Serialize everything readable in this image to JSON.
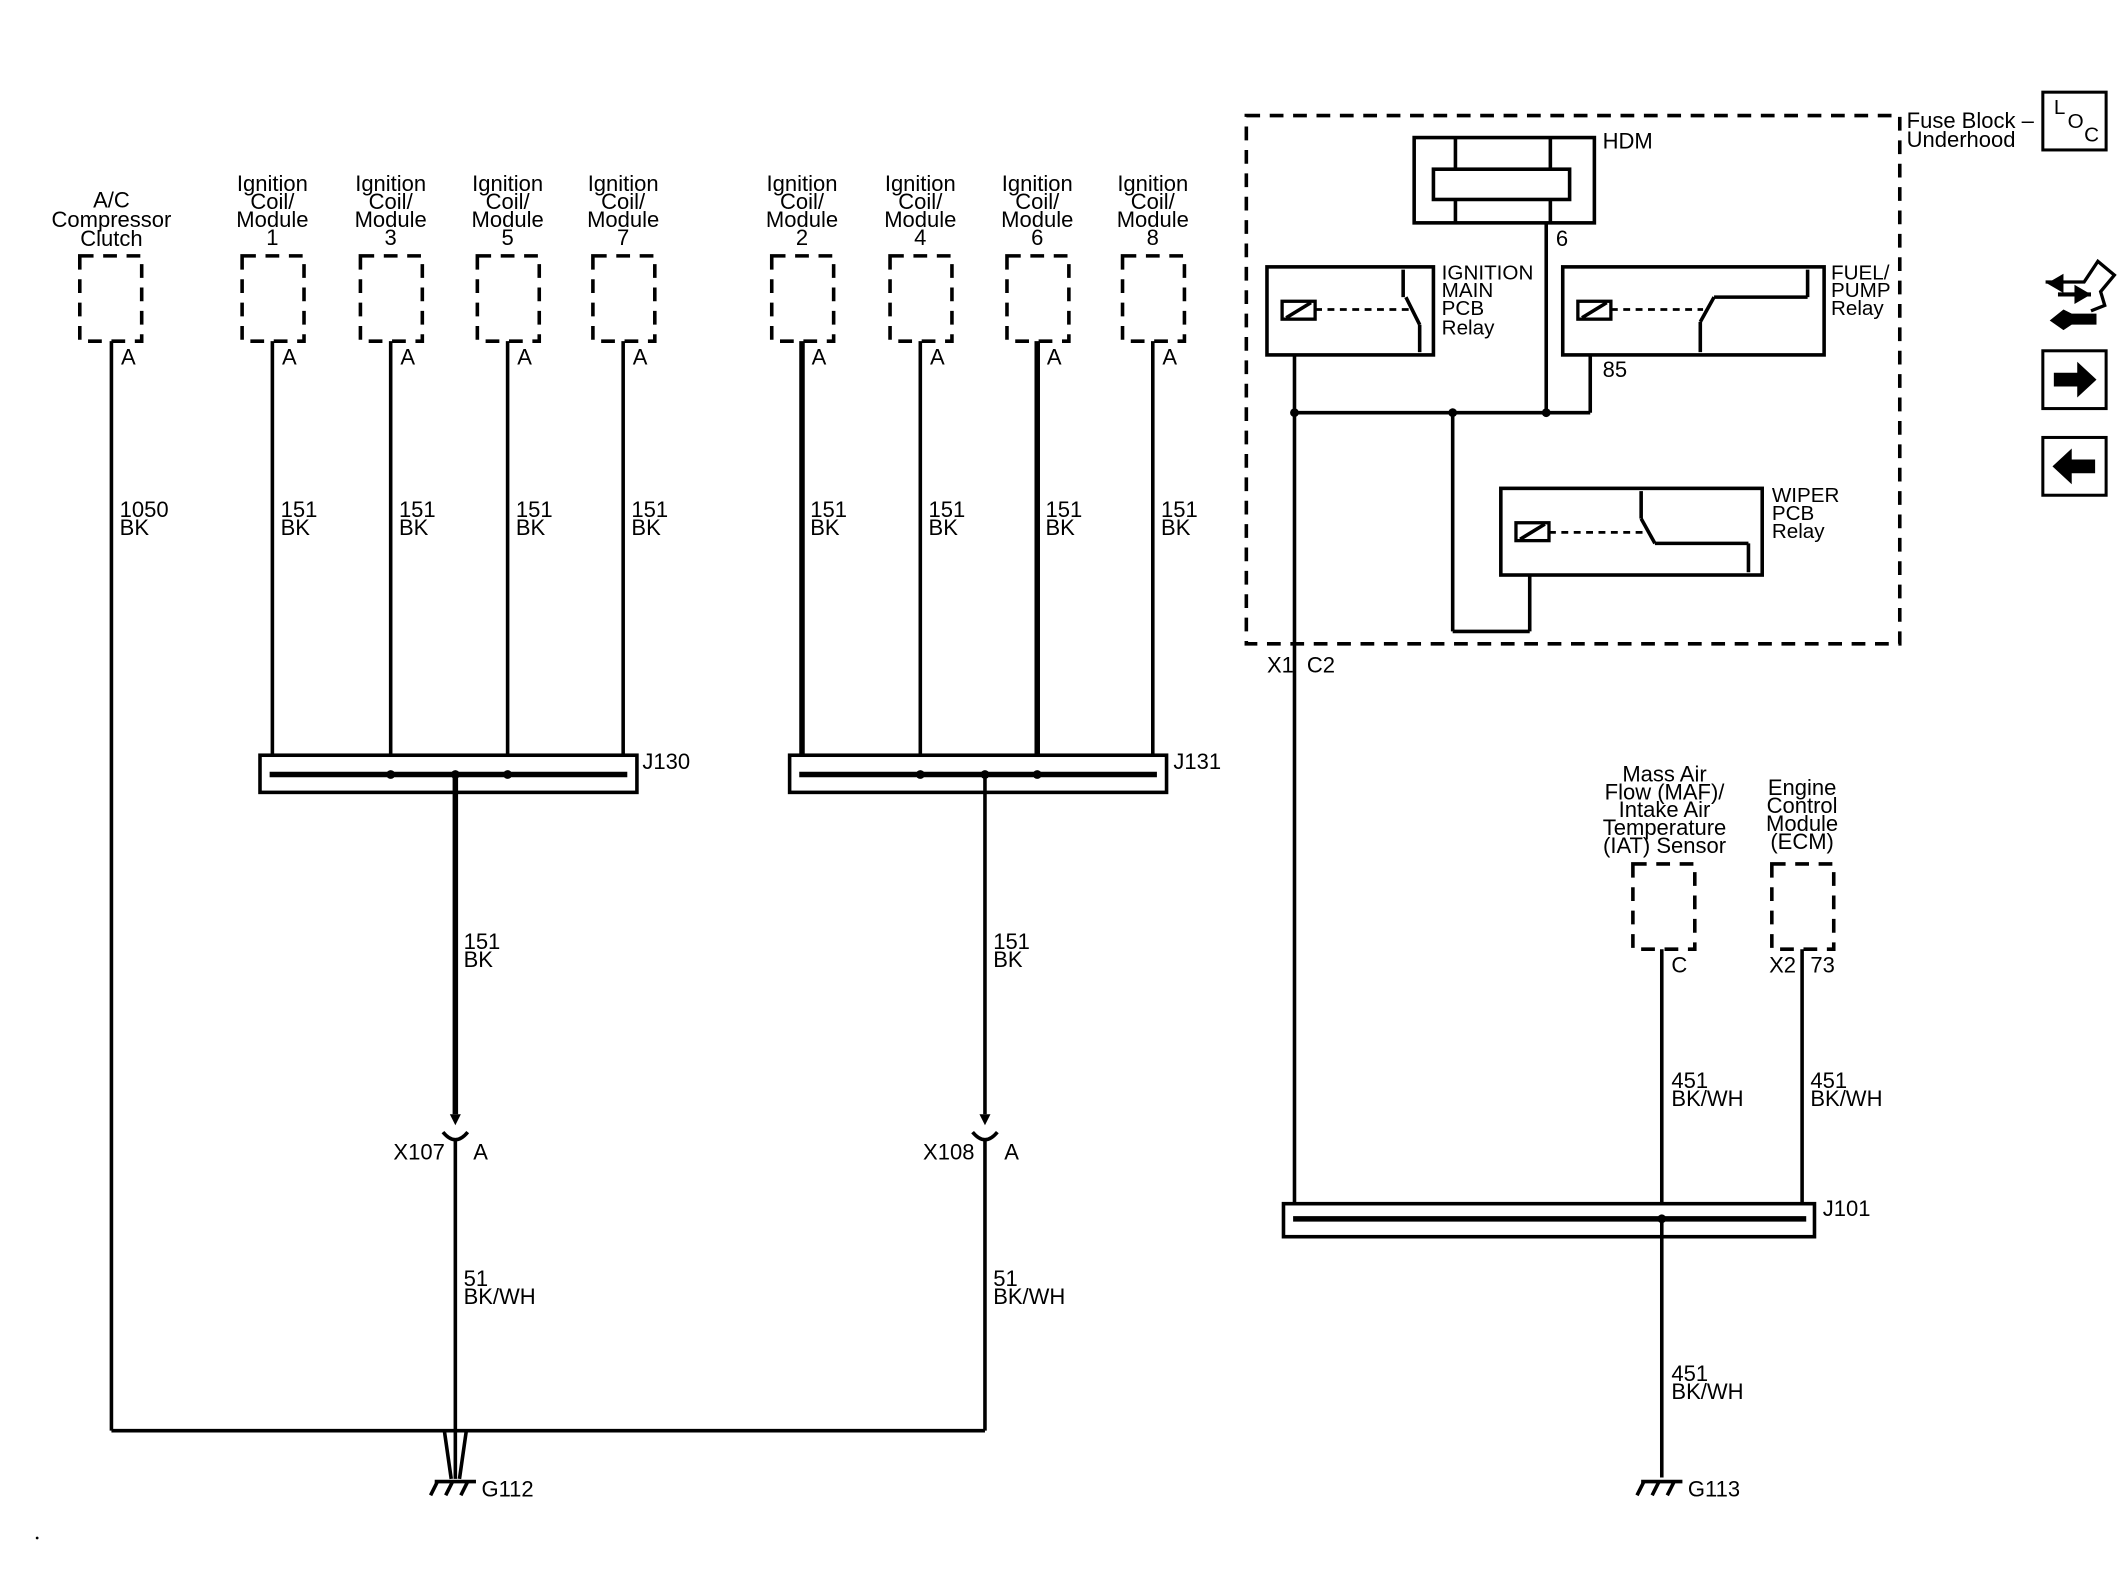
{
  "left_modules": {
    "ac": {
      "name": [
        "A/C",
        "Compressor",
        "Clutch"
      ],
      "pin": "A",
      "wire": [
        "1050",
        "BK"
      ]
    },
    "coils_odd": [
      {
        "name": [
          "Ignition",
          "Coil/",
          "Module",
          "1"
        ],
        "pin": "A",
        "wire": [
          "151",
          "BK"
        ]
      },
      {
        "name": [
          "Ignition",
          "Coil/",
          "Module",
          "3"
        ],
        "pin": "A",
        "wire": [
          "151",
          "BK"
        ]
      },
      {
        "name": [
          "Ignition",
          "Coil/",
          "Module",
          "5"
        ],
        "pin": "A",
        "wire": [
          "151",
          "BK"
        ]
      },
      {
        "name": [
          "Ignition",
          "Coil/",
          "Module",
          "7"
        ],
        "pin": "A",
        "wire": [
          "151",
          "BK"
        ]
      }
    ],
    "coils_even": [
      {
        "name": [
          "Ignition",
          "Coil/",
          "Module",
          "2"
        ],
        "pin": "A",
        "wire": [
          "151",
          "BK"
        ]
      },
      {
        "name": [
          "Ignition",
          "Coil/",
          "Module",
          "4"
        ],
        "pin": "A",
        "wire": [
          "151",
          "BK"
        ]
      },
      {
        "name": [
          "Ignition",
          "Coil/",
          "Module",
          "6"
        ],
        "pin": "A",
        "wire": [
          "151",
          "BK"
        ]
      },
      {
        "name": [
          "Ignition",
          "Coil/",
          "Module",
          "8"
        ],
        "pin": "A",
        "wire": [
          "151",
          "BK"
        ]
      }
    ]
  },
  "splices": {
    "j130": "J130",
    "j131": "J131",
    "j101": "J101"
  },
  "left_trunks": {
    "j130_out": [
      "151",
      "BK"
    ],
    "j131_out": [
      "151",
      "BK"
    ],
    "x107": {
      "connector": "X107",
      "pin": "A",
      "wire": [
        "51",
        "BK/WH"
      ]
    },
    "x108": {
      "connector": "X108",
      "pin": "A",
      "wire": [
        "51",
        "BK/WH"
      ]
    }
  },
  "grounds": {
    "g112": "G112",
    "g113": "G113"
  },
  "fuse_block": {
    "title": [
      "Fuse Block –",
      "Underhood"
    ],
    "hdm": {
      "label": "HDM",
      "pin": "6"
    },
    "ign_relay": [
      "IGNITION",
      "MAIN",
      "PCB",
      "Relay"
    ],
    "fuel_relay": [
      "FUEL/",
      "PUMP",
      "Relay"
    ],
    "fuel_pin": "85",
    "wiper_relay": [
      "WIPER",
      "PCB",
      "Relay"
    ],
    "connector": "X1",
    "connector_pin": "C2"
  },
  "right_modules": {
    "maf": {
      "name": [
        "Mass Air",
        "Flow (MAF)/",
        "Intake Air",
        "Temperature",
        "(IAT) Sensor"
      ],
      "pin": "C",
      "wire": [
        "451",
        "BK/WH"
      ]
    },
    "ecm": {
      "name": [
        "Engine",
        "Control",
        "Module",
        "(ECM)"
      ],
      "connector": "X2",
      "pin": "73",
      "wire": [
        "451",
        "BK/WH"
      ]
    },
    "ground_wire": [
      "451",
      "BK/WH"
    ]
  },
  "nav": {
    "loc_l": "L",
    "loc_o": "O",
    "loc_c": "C"
  }
}
